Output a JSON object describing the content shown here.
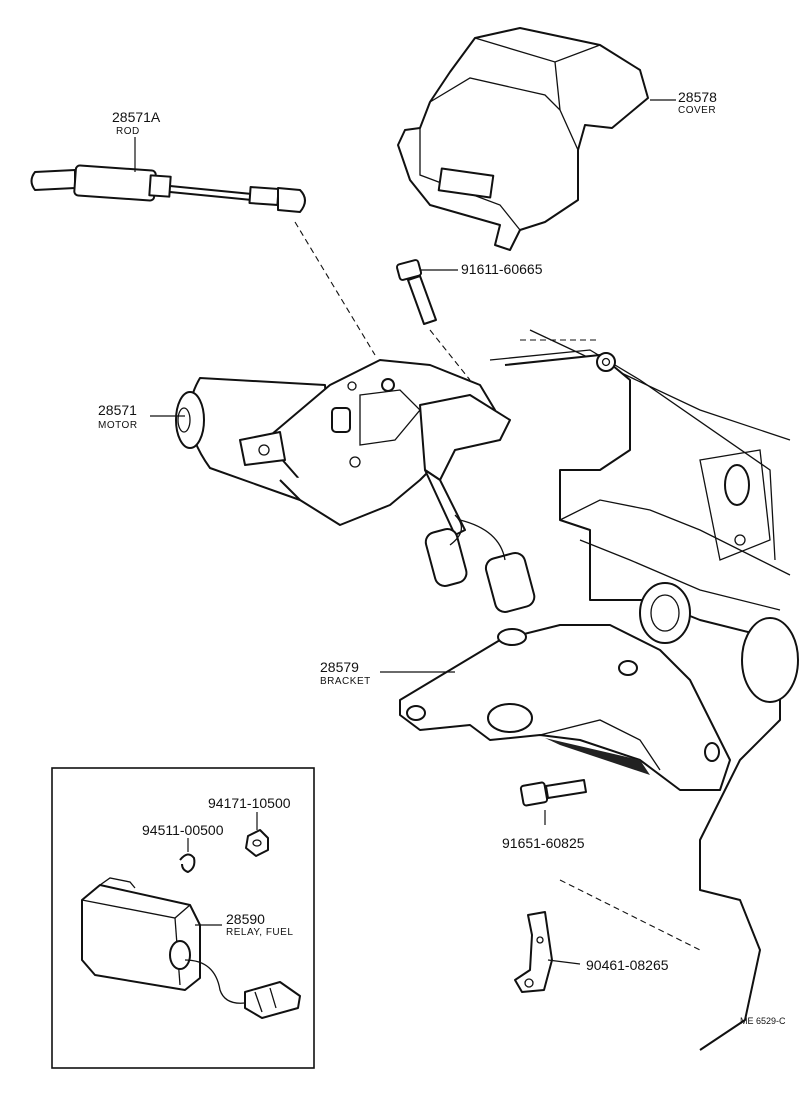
{
  "parts": {
    "rod": {
      "number": "28571A",
      "name": "ROD"
    },
    "cover": {
      "number": "28578",
      "name": "COVER"
    },
    "bolt1": {
      "number": "91611-60665"
    },
    "motor": {
      "number": "28571",
      "name": "MOTOR"
    },
    "bracket": {
      "number": "28579",
      "name": "BRACKET"
    },
    "bolt2": {
      "number": "91651-60825"
    },
    "clip": {
      "number": "90461-08265"
    },
    "nut": {
      "number": "94171-10500"
    },
    "washer": {
      "number": "94511-00500"
    },
    "relay": {
      "number": "28590",
      "name": "RELAY, FUEL"
    }
  },
  "drawing_code": "ME 6529-C"
}
